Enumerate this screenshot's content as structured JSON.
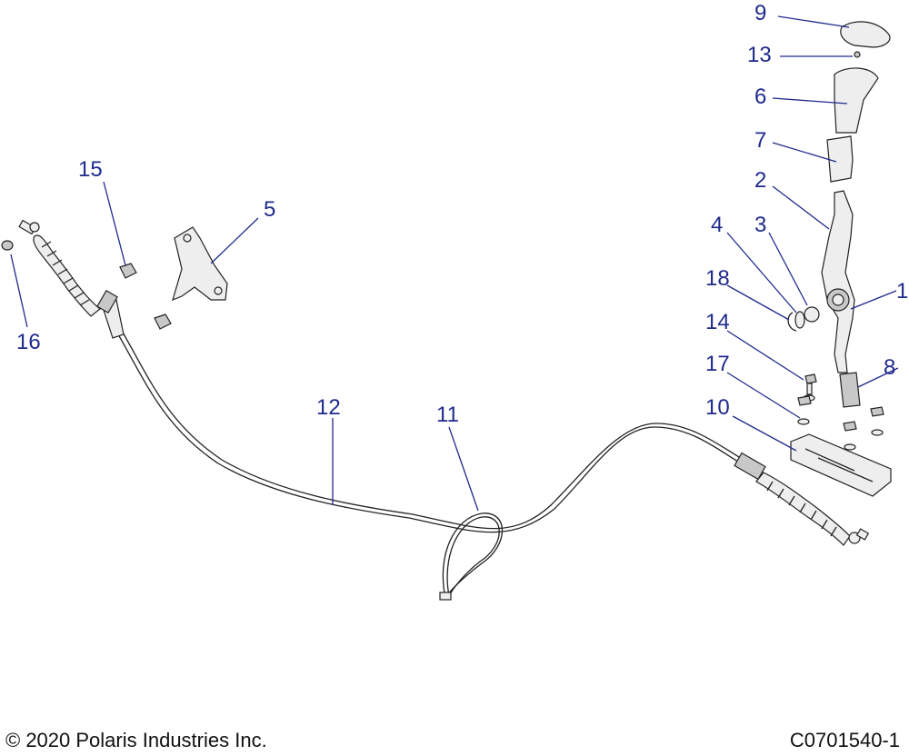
{
  "callouts": {
    "c1": "1",
    "c2": "2",
    "c3": "3",
    "c4": "4",
    "c5": "5",
    "c6": "6",
    "c7": "7",
    "c8": "8",
    "c9": "9",
    "c10": "10",
    "c11": "11",
    "c12": "12",
    "c13": "13",
    "c14": "14",
    "c15": "15",
    "c16": "16",
    "c17": "17",
    "c18": "18"
  },
  "footer": {
    "copyright": "© 2020 Polaris Industries Inc.",
    "drawing_id": "C0701540-1"
  },
  "colors": {
    "callout": "#1f2a8c",
    "line": "#222222"
  }
}
